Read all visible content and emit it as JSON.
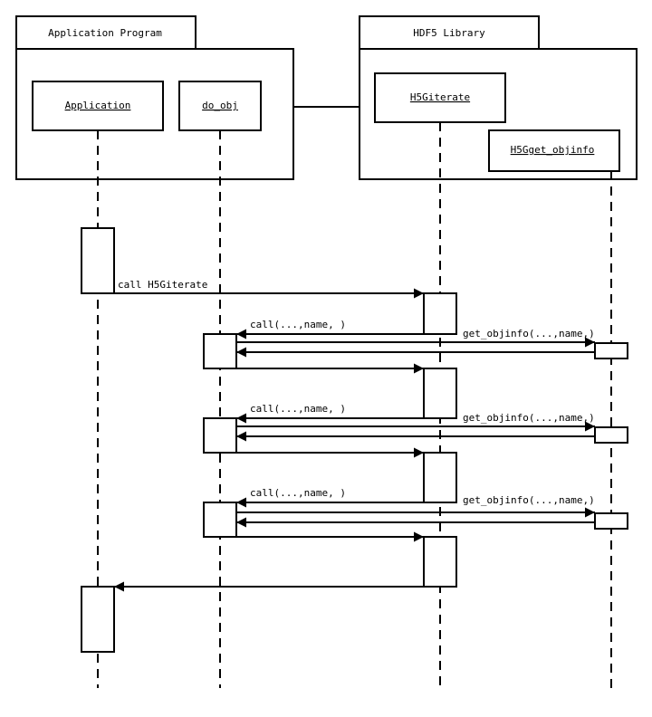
{
  "packages": {
    "application": {
      "label": "Application Program"
    },
    "library": {
      "label": "HDF5 Library"
    }
  },
  "objects": {
    "application": {
      "label": "Application"
    },
    "do_obj": {
      "label": "do_obj"
    },
    "iterate": {
      "label": "H5Giterate"
    },
    "objinfo": {
      "label": "H5Gget_objinfo"
    }
  },
  "messages": {
    "call_iterate": "call H5Giterate",
    "cycles": [
      {
        "callback": "call(...,name, )",
        "objinfo": "get_objinfo(...,name,)"
      },
      {
        "callback": "call(...,name, )",
        "objinfo": "get_objinfo(...,name,)"
      },
      {
        "callback": "call(...,name, )",
        "objinfo": "get_objinfo(...,name,)"
      }
    ]
  },
  "colors": {
    "stroke": "#000000",
    "background": "#ffffff"
  }
}
